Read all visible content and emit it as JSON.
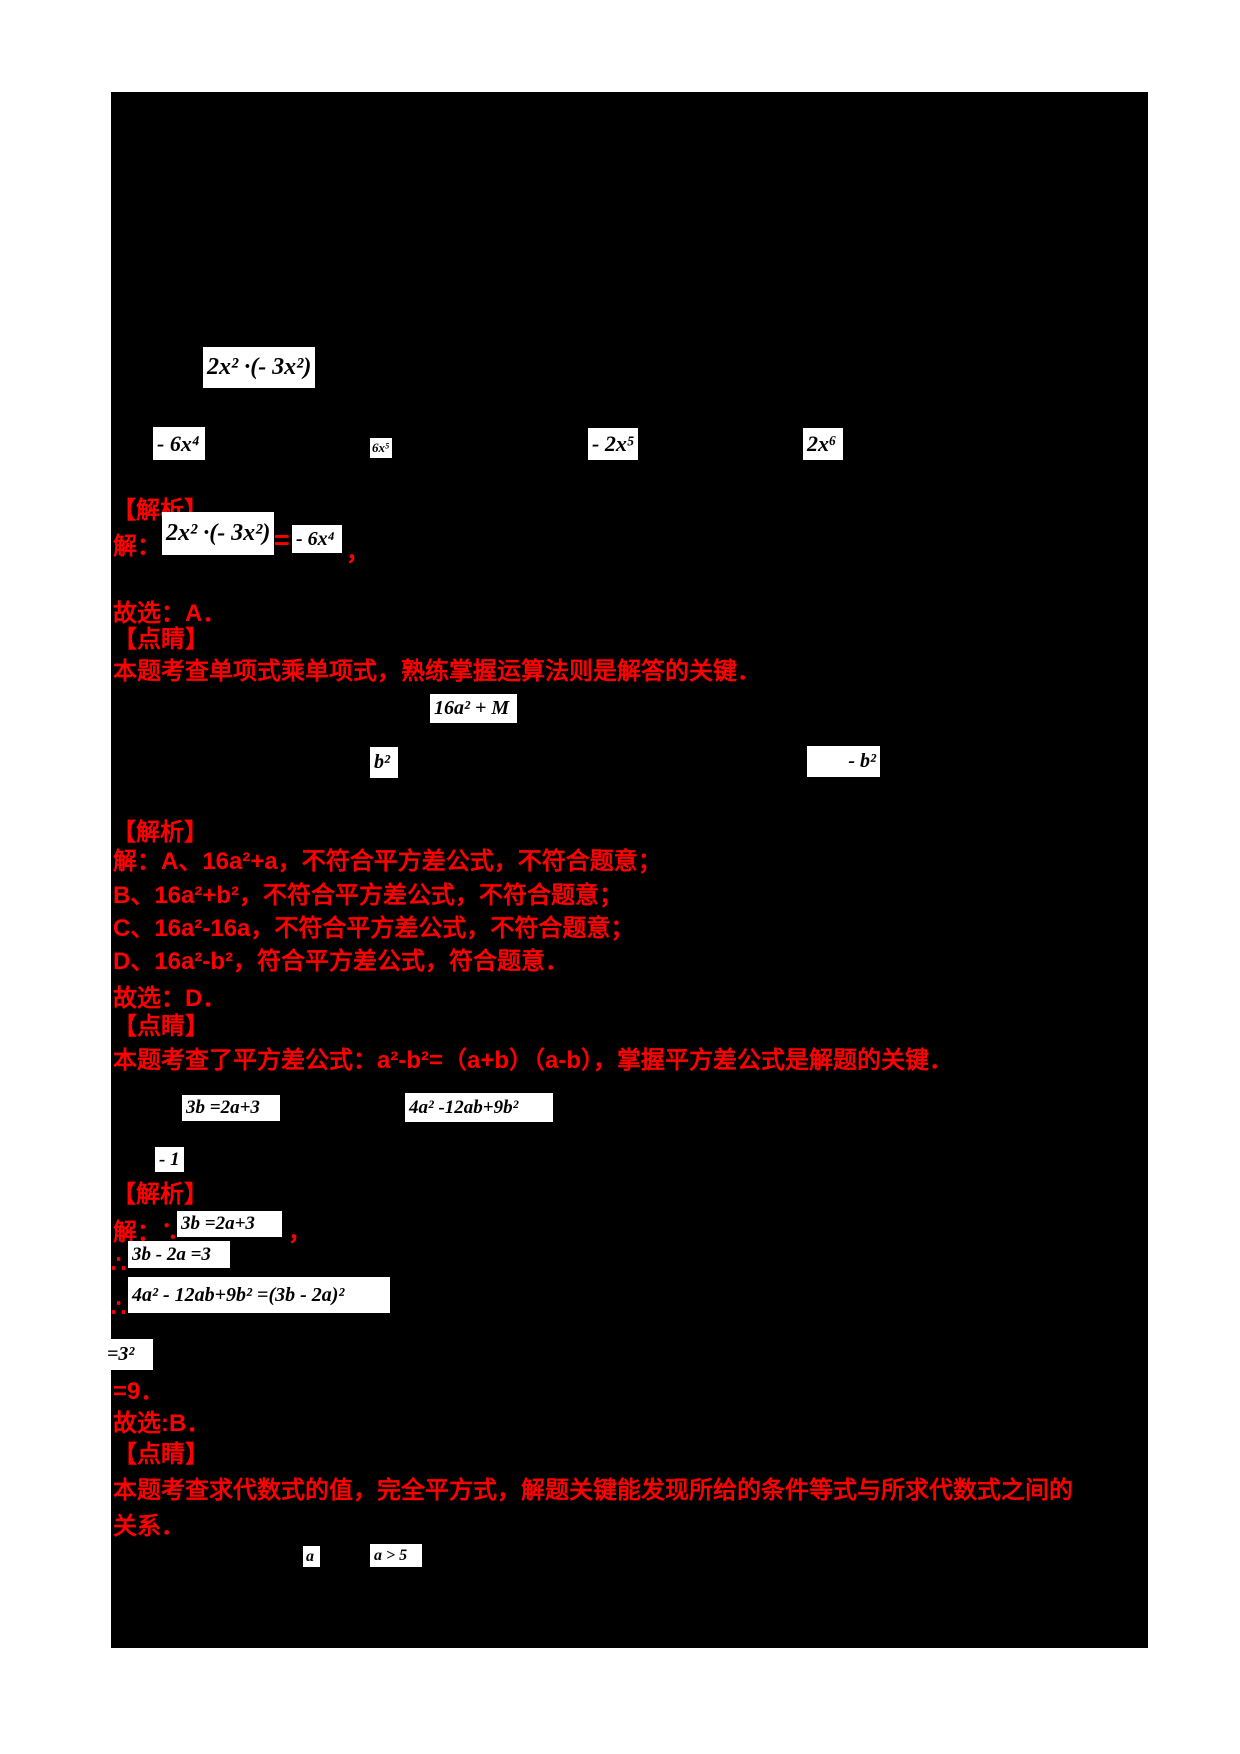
{
  "palette": {
    "page_bg": "#ffffff",
    "panel_bg": "#000000",
    "accent_red": "#ff0000",
    "formula_bg": "#ffffff",
    "formula_fg": "#000000"
  },
  "q1": {
    "expr": "2x² ·(- 3x²)",
    "options": [
      "- 6x⁴",
      "6x⁵",
      "- 2x⁵",
      "2x⁶"
    ],
    "analysis_label": "【解析】",
    "solve_prefix": "解：",
    "work_left": "2x² ·(- 3x²)",
    "equals": "=",
    "work_right": "- 6x⁴",
    "comma": "，",
    "choice": "故选：A．",
    "tip_label": "【点睛】",
    "tip": "本题考查单项式乘单项式，熟练掌握运算法则是解答的关键．"
  },
  "q2": {
    "expr": "16a² + M",
    "option_b": "b²",
    "option_d": "- b²",
    "analysis_label": "【解析】",
    "lines": [
      "解：A、16a²+a，不符合平方差公式，不符合题意；",
      "B、16a²+b²，不符合平方差公式，不符合题意；",
      "C、16a²-16a，不符合平方差公式，不符合题意；",
      "D、16a²-b²，符合平方差公式，符合题意．"
    ],
    "choice": "故选：D．",
    "tip_label": "【点睛】",
    "tip": "本题考查了平方差公式：a²-b²=（a+b）（a-b），掌握平方差公式是解题的关键．"
  },
  "q3": {
    "given": "3b =2a+3",
    "target": "4a² -12ab+9b²",
    "option": "- 1",
    "analysis_label": "【解析】",
    "solve_prefix": "解：∵",
    "step1": "3b =2a+3",
    "comma": "，",
    "therefore2": "∴",
    "step2": "3b - 2a =3",
    "therefore3": "∴",
    "step3": "4a² - 12ab+9b² =(3b - 2a)²",
    "step4": "=3²",
    "step5": "=9．",
    "choice": "故选:B．",
    "tip_label": "【点睛】",
    "tip_line1": "本题考查求代数式的值，完全平方式，解题关键能发现所给的条件等式与所求代数式之间的",
    "tip_line2": "关系．"
  },
  "q4": {
    "var": "a",
    "cond": "a > 5"
  }
}
